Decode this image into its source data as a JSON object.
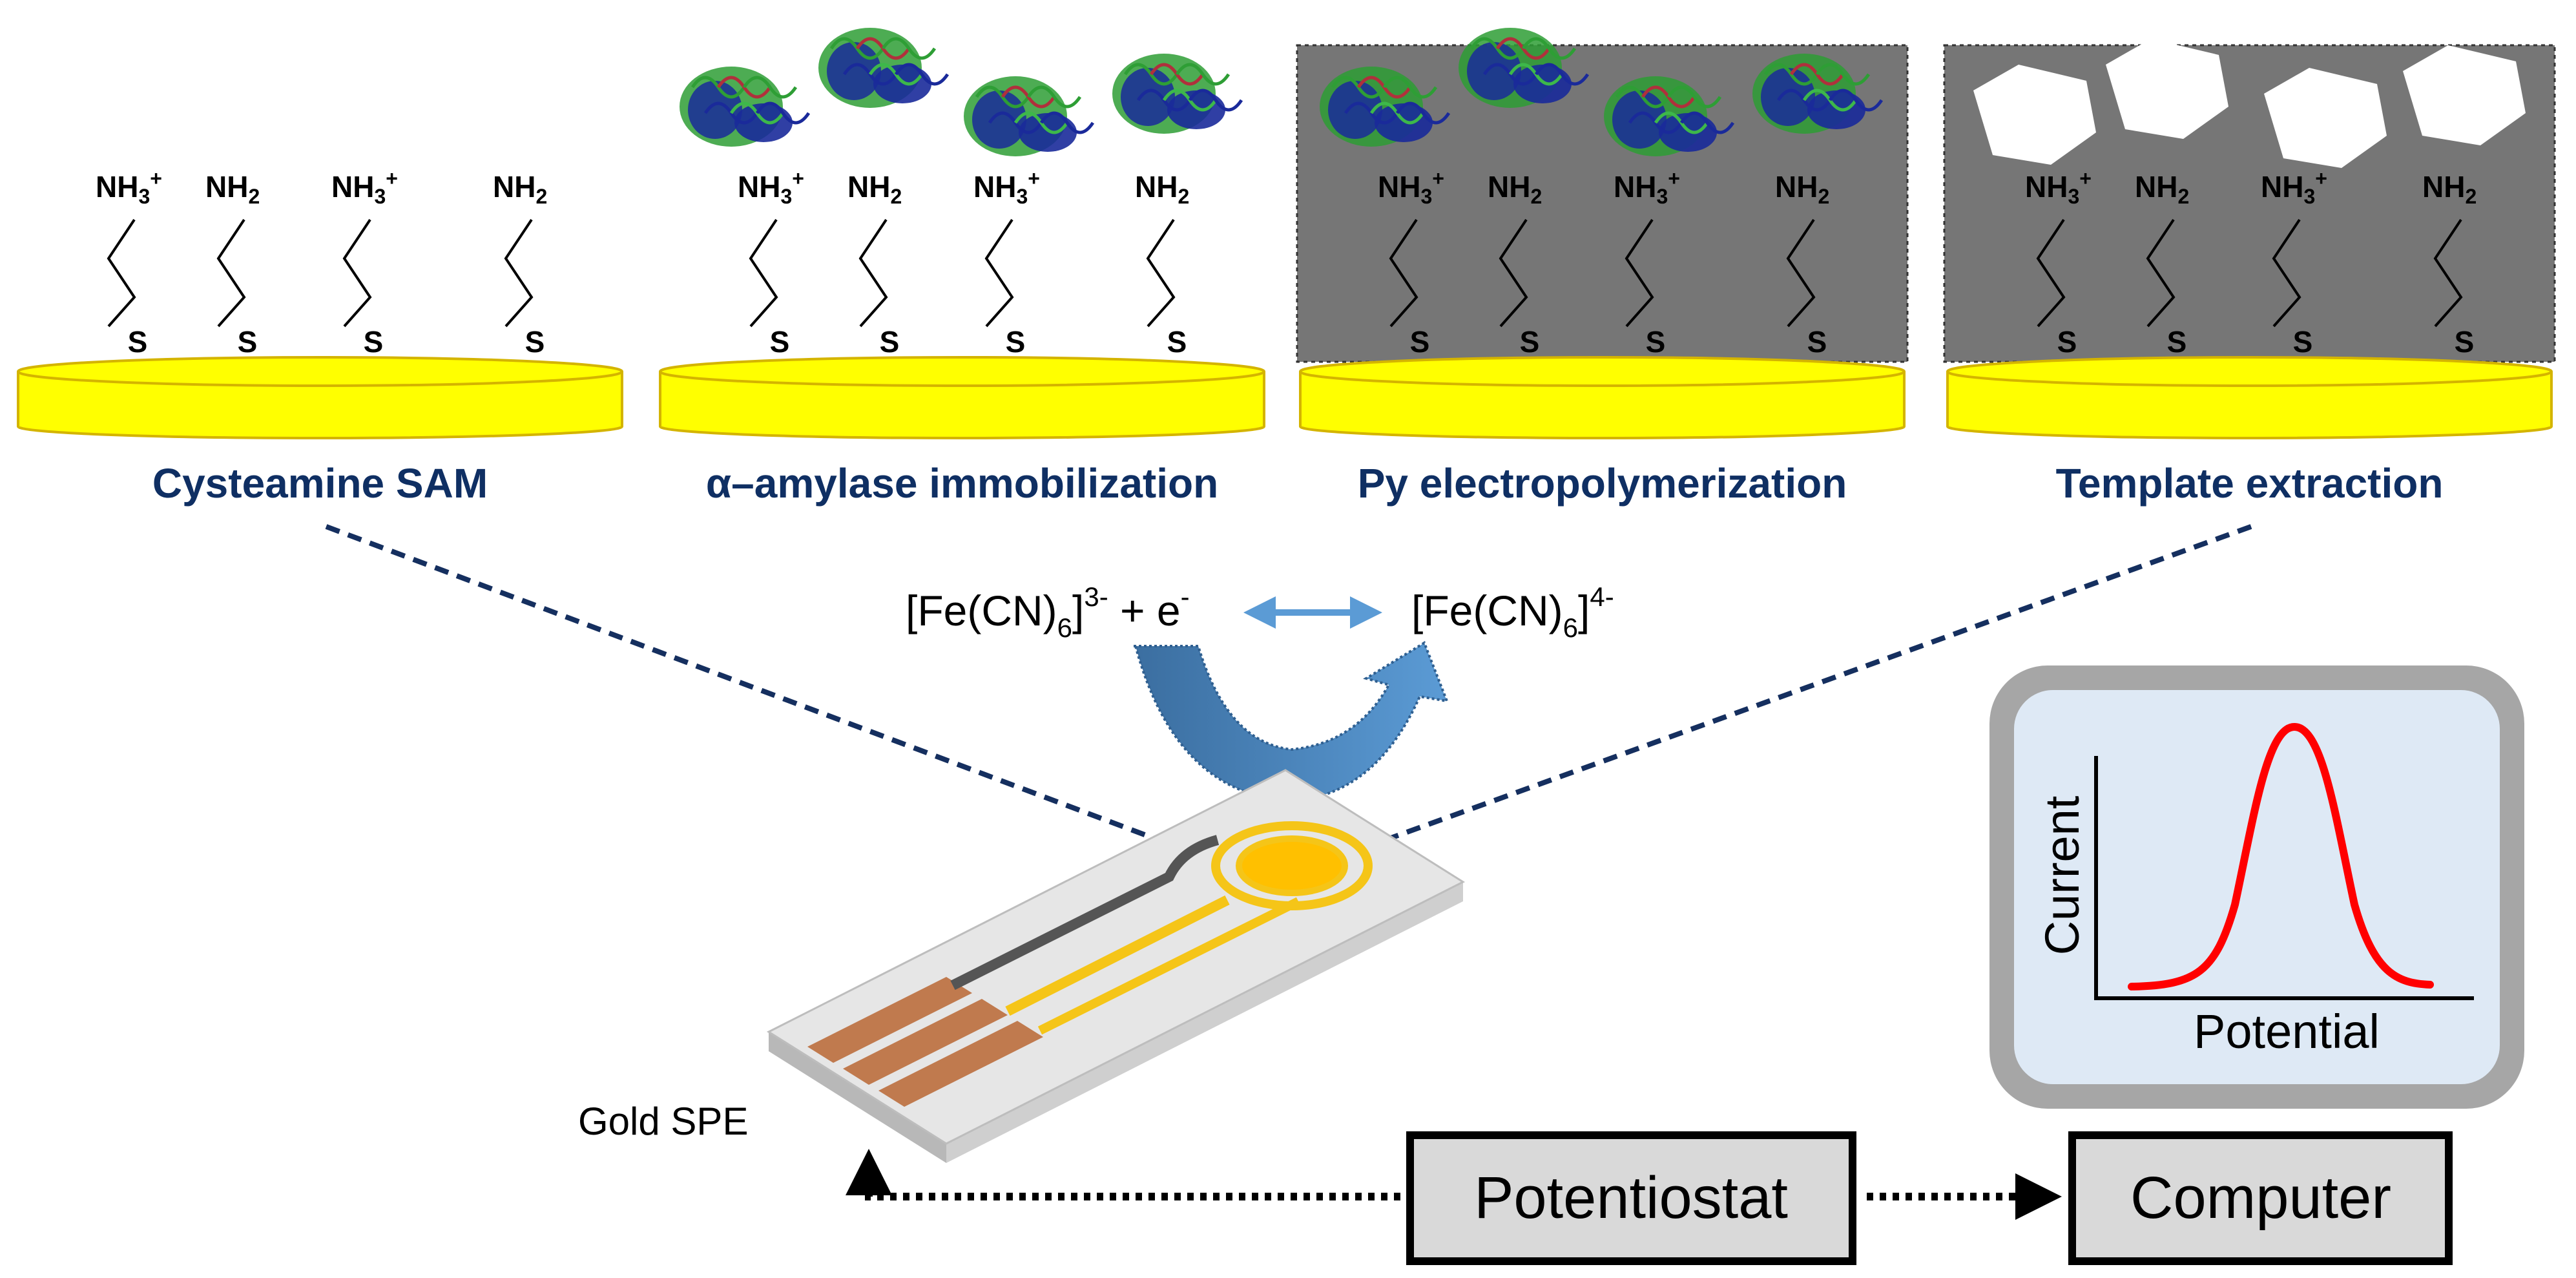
{
  "steps": [
    {
      "title": "Cysteamine SAM",
      "polymer": false,
      "proteins": false,
      "cavities": false
    },
    {
      "title": "α–amylase immobilization",
      "polymer": false,
      "proteins": true,
      "cavities": false
    },
    {
      "title": "Py electropolymerization",
      "polymer": true,
      "proteins": true,
      "cavities": false
    },
    {
      "title": "Template extraction",
      "polymer": true,
      "proteins": false,
      "cavities": true
    }
  ],
  "groups": {
    "amine_base": "NH",
    "sub_3": "3",
    "sub_2": "2",
    "plus": "+",
    "sulfur": "S",
    "sequence": [
      "NH3+",
      "NH2",
      "NH3+",
      "NH2"
    ]
  },
  "reaction": {
    "left_bracket": "[Fe(CN)",
    "left_sub": "6",
    "left_close": "]",
    "left_charge": "3-",
    "plus_e": " + e",
    "e_charge": "-",
    "right_bracket": "[Fe(CN)",
    "right_sub": "6",
    "right_close": "]",
    "right_charge": "4-"
  },
  "electrode_label": "Gold SPE",
  "potentiostat_label": "Potentiostat",
  "computer_label": "Computer",
  "plot": {
    "xlabel": "Potential",
    "ylabel": "Current",
    "curve": "voltammetric peak"
  },
  "colors": {
    "gold": "#ffff00",
    "gold_stroke": "#d4b400",
    "polymer": "#767676",
    "title_text": "#0f2f63",
    "dashed_line": "#152f5f",
    "arrow_blue": "#5b9bd5",
    "arrow_dark": "#3b6ea0",
    "curve": "#ff0000",
    "screen_bg": "#dee9f5",
    "screen_frame": "#a6a6a6",
    "box_fill": "#d9d9d9"
  }
}
